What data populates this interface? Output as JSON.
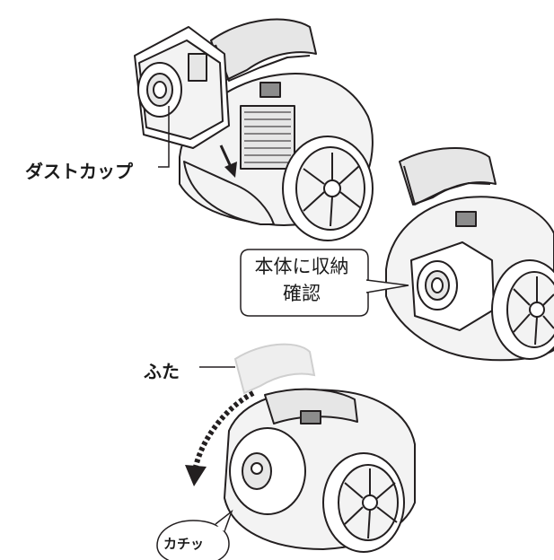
{
  "labels": {
    "dust_cup": "ダストカップ",
    "check_storage_line1": "本体に収納",
    "check_storage_line2": "確認",
    "lid": "ふた",
    "click_sound": "カチッ"
  },
  "colors": {
    "line": "#231f20",
    "body_fill": "#ffffff",
    "shade": "#e6e6e6",
    "dark_shade": "#8c8c8c",
    "ghost": "#cfcfcf"
  },
  "icons": [
    "arrow-down-icon",
    "rotate-arrow-icon"
  ]
}
